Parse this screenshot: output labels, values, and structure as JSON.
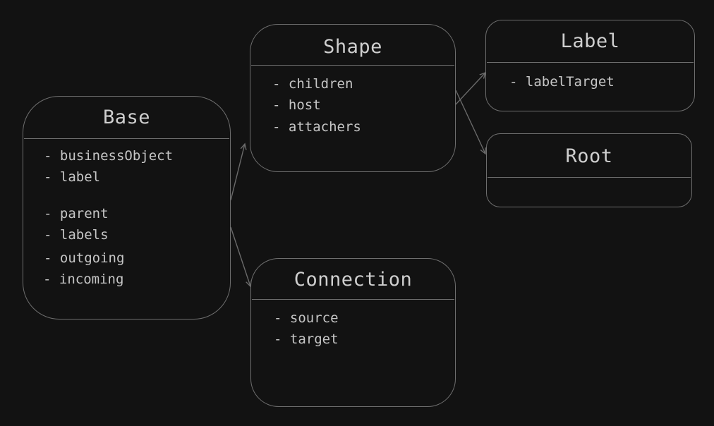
{
  "colors": {
    "background": "#121212",
    "border": "#6e6e6e",
    "text": "#c9c9c9",
    "edge": "#6a6a6a"
  },
  "nodes": {
    "base": {
      "title": "Base",
      "attributes": [
        "- businessObject",
        "- label",
        "- parent",
        "- labels",
        "- outgoing",
        "- incoming"
      ]
    },
    "shape": {
      "title": "Shape",
      "attributes": [
        "- children",
        "- host",
        "- attachers"
      ]
    },
    "connection": {
      "title": "Connection",
      "attributes": [
        "- source",
        "- target"
      ]
    },
    "label": {
      "title": "Label",
      "attributes": [
        "- labelTarget"
      ]
    },
    "root": {
      "title": "Root",
      "attributes": []
    }
  },
  "edges": [
    {
      "from": "Base",
      "to": "Shape"
    },
    {
      "from": "Base",
      "to": "Connection"
    },
    {
      "from": "Shape",
      "to": "Label"
    },
    {
      "from": "Shape",
      "to": "Root"
    }
  ]
}
